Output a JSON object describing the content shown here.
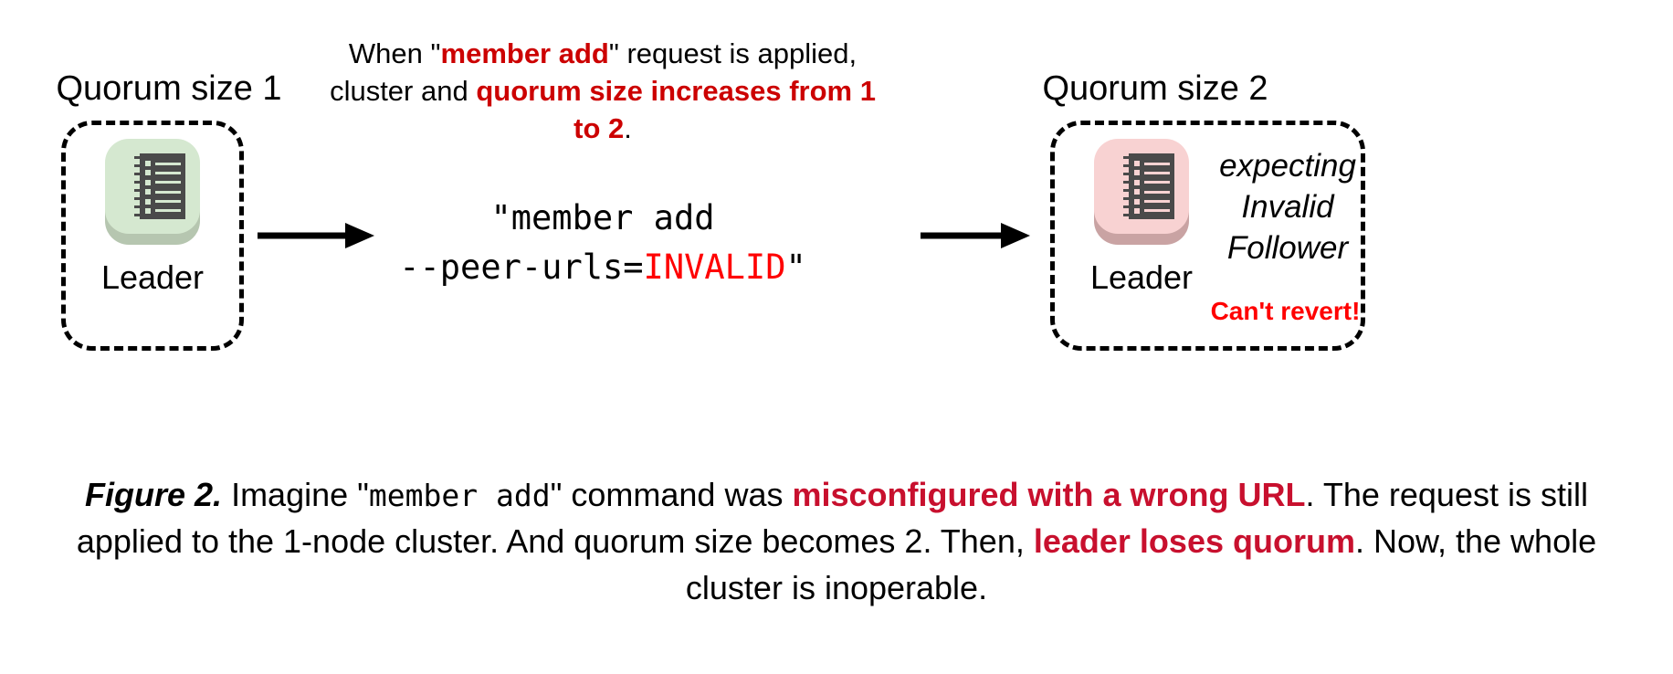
{
  "figure": {
    "left_cluster": {
      "title": "Quorum size 1",
      "node_label": "Leader",
      "icon": "server-rack-icon",
      "icon_color": "#d5e8d0"
    },
    "right_cluster": {
      "title": "Quorum size 2",
      "node_label": "Leader",
      "icon": "server-rack-icon",
      "icon_color": "#f8d2d2",
      "status_line_1": "expecting",
      "status_line_2": "Invalid",
      "status_line_3": "Follower",
      "warning": "Can't revert!",
      "warning_color": "#FF0000"
    },
    "annotation": {
      "part_1": "When \"",
      "emphasis_1": "member add",
      "part_2": "\" request is applied, cluster and ",
      "emphasis_2": "quorum size increases from 1 to 2",
      "part_3": ".",
      "emphasis_color": "#CC0000"
    },
    "command": {
      "line_1": "\"member add",
      "line_2_prefix": "--peer-urls=",
      "line_2_value": "INVALID",
      "line_2_suffix": "\"",
      "value_color": "#FF0000"
    },
    "arrows": {
      "left": "arrow-right-icon",
      "right": "arrow-right-icon"
    },
    "caption": {
      "label": "Figure 2.",
      "text_1": " Imagine \"",
      "mono_1": "member add",
      "text_2": "\" command was ",
      "emphasis_1": "misconfigured with a wrong URL",
      "text_3": ". The request is still applied to the 1-node cluster. And quorum size becomes 2. Then, ",
      "emphasis_2": "leader loses quorum",
      "text_4": ". Now, the whole cluster is inoperable.",
      "emphasis_color": "#C8102E"
    }
  }
}
